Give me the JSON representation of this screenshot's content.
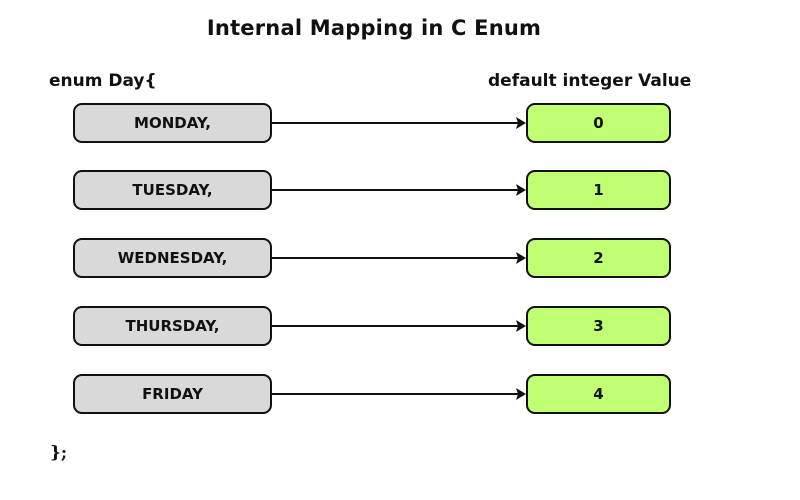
{
  "title": "Internal Mapping in C Enum",
  "code": {
    "open": "enum Day{",
    "close": "};"
  },
  "values_header": "default integer Value",
  "colors": {
    "name_box_fill": "#d9d9d9",
    "value_box_fill": "#c1ff72",
    "stroke": "#111111"
  },
  "mappings": [
    {
      "name": "MONDAY,",
      "value": "0"
    },
    {
      "name": "TUESDAY,",
      "value": "1"
    },
    {
      "name": "WEDNESDAY,",
      "value": "2"
    },
    {
      "name": "THURSDAY,",
      "value": "3"
    },
    {
      "name": "FRIDAY",
      "value": "4"
    }
  ]
}
